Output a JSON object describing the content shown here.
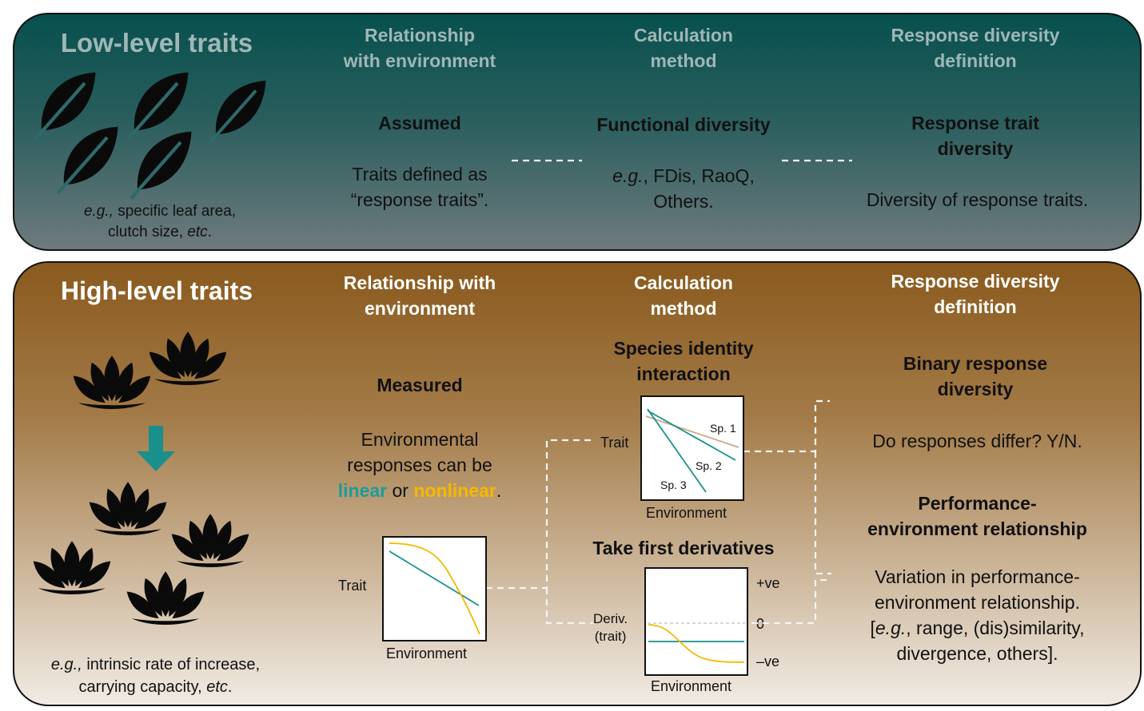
{
  "low": {
    "title": "Low-level traits",
    "col1_header": "Relationship\nwith environment",
    "col2_header": "Calculation\nmethod",
    "col3_header": "Response diversity\ndefinition",
    "rel_title": "Assumed",
    "rel_text": "Traits defined as\n“response traits”.",
    "calc_title": "Functional diversity",
    "calc_eg": "e.g.",
    "calc_text": ", FDis, RaoQ,\nOthers.",
    "def_title": "Response trait\ndiversity",
    "def_text": "Diversity of response traits.",
    "example_eg": "e.g.,",
    "example_text1": " specific leaf area,",
    "example_text2": "clutch size, ",
    "example_etc": "etc",
    "example_end": ".",
    "icon": "leaf-icon"
  },
  "high": {
    "title": "High-level traits",
    "col1_header": "Relationship with\nenvironment",
    "col2_header": "Calculation\nmethod",
    "col3_header": "Response diversity\ndefinition",
    "rel_title": "Measured",
    "rel_text": "Environmental\nresponses can be",
    "linear": "linear",
    "or": " or ",
    "nonlinear": "nonlinear",
    "period": ".",
    "calc_title1": "Species identity\ninteraction",
    "calc_title2": "Take first derivatives",
    "def_title1": "Binary response\ndiversity",
    "def_text1": "Do responses differ? Y/N.",
    "def_title2": "Performance-\nenvironment relationship",
    "def_text2_a": "Variation in performance-\nenvironment relationship.\n[",
    "def_text2_eg": "e.g.",
    "def_text2_b": ", range, (dis)similarity,\ndivergence, others].",
    "example_eg": "e.g.,",
    "example_text1": " intrinsic rate of increase,",
    "example_text2": "carrying capacity, ",
    "example_etc": "etc",
    "example_end": ".",
    "icon": "lotus-icon",
    "arrow_icon": "down-arrow-icon"
  },
  "plots": {
    "p1": {
      "ylabel": "Trait",
      "xlabel": "Environment"
    },
    "p2": {
      "ylabel": "Trait",
      "xlabel": "Environment",
      "sp1": "Sp. 1",
      "sp2": "Sp. 2",
      "sp3": "Sp. 3"
    },
    "p3": {
      "ylabel1": "Deriv.",
      "ylabel2": "(trait)",
      "xlabel": "Environment",
      "plus": "+ve",
      "zero": "0",
      "minus": "–ve"
    }
  },
  "colors": {
    "linear": "#1a9c98",
    "nonlinear": "#f5b800",
    "sp1": "#c9a98a",
    "teal": "#1a8f8c"
  }
}
